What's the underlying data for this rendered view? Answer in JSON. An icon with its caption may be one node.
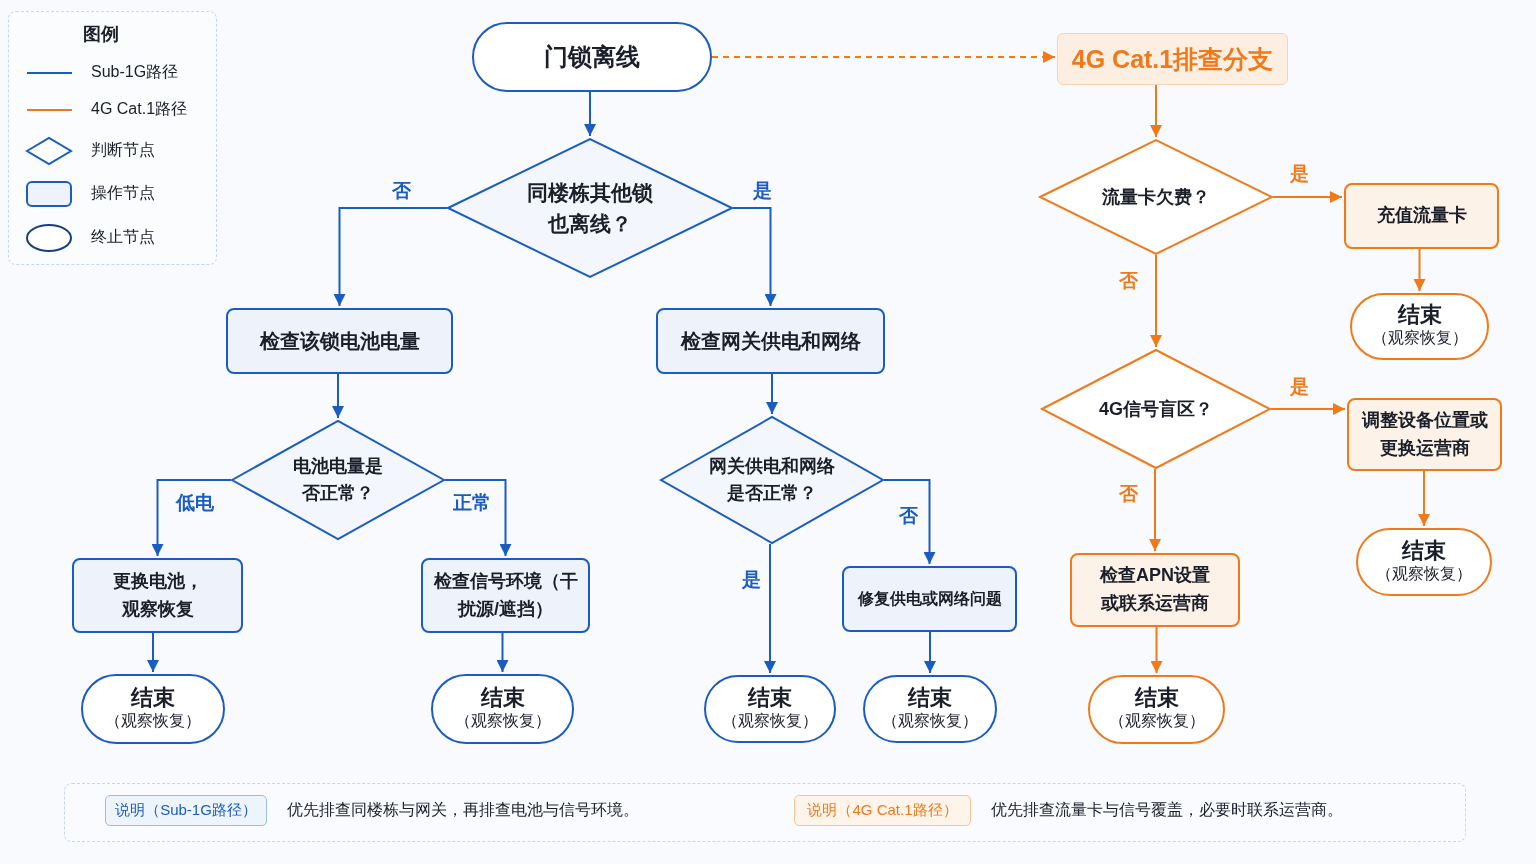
{
  "diagram": {
    "nodes": [
      {
        "text": [
          "门锁离线"
        ]
      },
      {
        "text": [
          "同楼栋其他锁也离线？"
        ]
      },
      {
        "text": [
          "检查该锁电池电量"
        ]
      },
      {
        "text": [
          "检查网关供电和网络"
        ]
      },
      {
        "text": [
          "电池电量是否正常？"
        ]
      },
      {
        "text": [
          "网关供电和网络是否正常？"
        ]
      },
      {
        "text": [
          "更换电池，观察恢复"
        ]
      },
      {
        "text": [
          "检查信号环境（干扰源/遮挡）"
        ]
      },
      {
        "text": [
          "修复供电或网络问题"
        ]
      },
      {
        "text": [
          "结束",
          "（观察恢复）"
        ]
      },
      {
        "text": [
          "结束",
          "（观察恢复）"
        ]
      },
      {
        "text": [
          "结束",
          "（观察恢复）"
        ]
      },
      {
        "text": [
          "结束",
          "（观察恢复）"
        ]
      },
      {
        "text": [
          "4G Cat.1排查分支"
        ]
      },
      {
        "text": [
          "流量卡欠费？"
        ]
      },
      {
        "text": [
          "充值流量卡"
        ]
      },
      {
        "text": [
          "结束",
          "（观察恢复）"
        ]
      },
      {
        "text": [
          "4G信号盲区？"
        ]
      },
      {
        "text": [
          "调整设备位置或更换运营商"
        ]
      },
      {
        "text": [
          "结束",
          "（观察恢复）"
        ]
      },
      {
        "text": [
          "检查APN设置或联系运营商"
        ]
      },
      {
        "text": [
          "结束",
          "（观察恢复）"
        ]
      },
      {
        "text": [
          "说明（Sub-1G路径）"
        ],
        "beside": [
          "优先排查同楼栋与网关，再排查电池与信号环境。"
        ]
      },
      {
        "text": [
          "说明（4G Cat.1路径）"
        ],
        "beside": [
          "优先排查流量卡与信号覆盖，必要时联系运营商。"
        ]
      }
    ],
    "edges": [
      {
        "from": 0,
        "to": 1,
        "arrow": "to"
      },
      {
        "from": 0,
        "to": 13,
        "arrow": "to",
        "style": "dashed",
        "color": "#f07a1a"
      },
      {
        "from": 1,
        "to": 2,
        "arrow": "to",
        "label": "否"
      },
      {
        "from": 1,
        "to": 3,
        "arrow": "to",
        "label": "是"
      },
      {
        "from": 2,
        "to": 4,
        "arrow": "to"
      },
      {
        "from": 3,
        "to": 5,
        "arrow": "to"
      },
      {
        "from": 4,
        "to": 6,
        "arrow": "to",
        "label": "低电"
      },
      {
        "from": 4,
        "to": 7,
        "arrow": "to",
        "label": "正常"
      },
      {
        "from": 5,
        "to": 11,
        "arrow": "to",
        "label": "是"
      },
      {
        "from": 5,
        "to": 8,
        "arrow": "to",
        "label": "否"
      },
      {
        "from": 6,
        "to": 9,
        "arrow": "to"
      },
      {
        "from": 7,
        "to": 10,
        "arrow": "to"
      },
      {
        "from": 8,
        "to": 12,
        "arrow": "to"
      },
      {
        "from": 13,
        "to": 14,
        "arrow": "to",
        "color": "#f07a1a"
      },
      {
        "from": 14,
        "to": 15,
        "arrow": "to",
        "label": "是",
        "color": "#f07a1a"
      },
      {
        "from": 14,
        "to": 17,
        "arrow": "to",
        "label": "否",
        "color": "#f07a1a"
      },
      {
        "from": 15,
        "to": 16,
        "arrow": "to",
        "color": "#f07a1a"
      },
      {
        "from": 17,
        "to": 18,
        "arrow": "to",
        "label": "是",
        "color": "#f07a1a"
      },
      {
        "from": 17,
        "to": 20,
        "arrow": "to",
        "label": "否",
        "color": "#f07a1a"
      },
      {
        "from": 18,
        "to": 19,
        "arrow": "to",
        "color": "#f07a1a"
      },
      {
        "from": 20,
        "to": 21,
        "arrow": "to",
        "color": "#f07a1a"
      }
    ],
    "labels": [
      "图例"
    ],
    "legend": [
      {
        "text": "Sub-1G路径"
      },
      {
        "text": "4G Cat.1路径"
      },
      {
        "text": "判断节点"
      },
      {
        "text": "操作节点"
      },
      {
        "text": "终止节点"
      }
    ]
  }
}
